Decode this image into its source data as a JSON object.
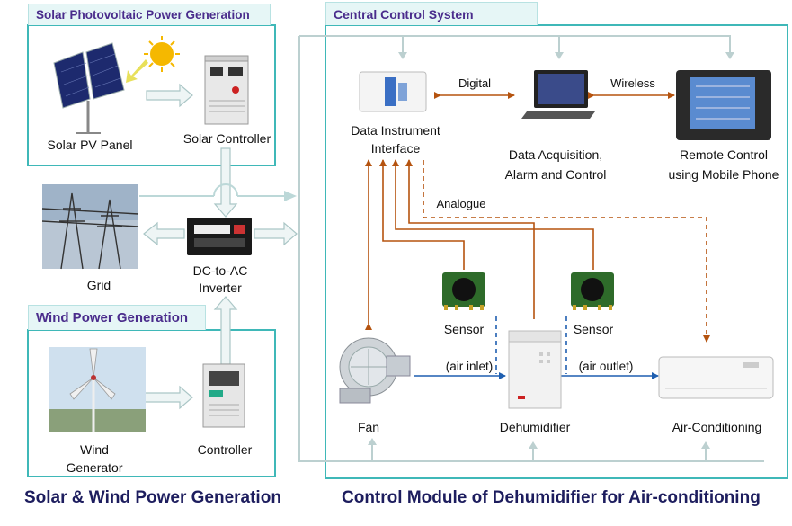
{
  "sections": {
    "solar_pv": "Solar Photovoltaic Power Generation",
    "wind": "Wind Power Generation",
    "central": "Central Control System"
  },
  "labels": {
    "solar_pv_panel": "Solar PV Panel",
    "solar_controller": "Solar Controller",
    "grid": "Grid",
    "inverter_line1": "DC-to-AC",
    "inverter_line2": "Inverter",
    "wind_gen_line1": "Wind",
    "wind_gen_line2": "Generator",
    "controller": "Controller",
    "data_instr_line1": "Data Instrument",
    "data_instr_line2": "Interface",
    "daq_line1": "Data Acquisition,",
    "daq_line2": "Alarm and Control",
    "remote_line1": "Remote Control",
    "remote_line2": "using Mobile Phone",
    "digital": "Digital",
    "wireless": "Wireless",
    "analogue": "Analogue",
    "sensor_left": "Sensor",
    "sensor_right": "Sensor",
    "air_inlet": "(air inlet)",
    "air_outlet": "(air outlet)",
    "fan": "Fan",
    "dehumidifier": "Dehumidifier",
    "air_conditioning": "Air-Conditioning"
  },
  "captions": {
    "left": "Solar & Wind Power Generation",
    "right": "Control Module of Dehumidifier for Air-conditioning"
  },
  "colors": {
    "panel_border": "#3fb8b8",
    "section_title": "#4a2c8c",
    "power_arrow": "#c8dcdc",
    "signal_line": "#b5530f",
    "air_flow": "#1f5fb0",
    "caption": "#1d1d5e"
  }
}
